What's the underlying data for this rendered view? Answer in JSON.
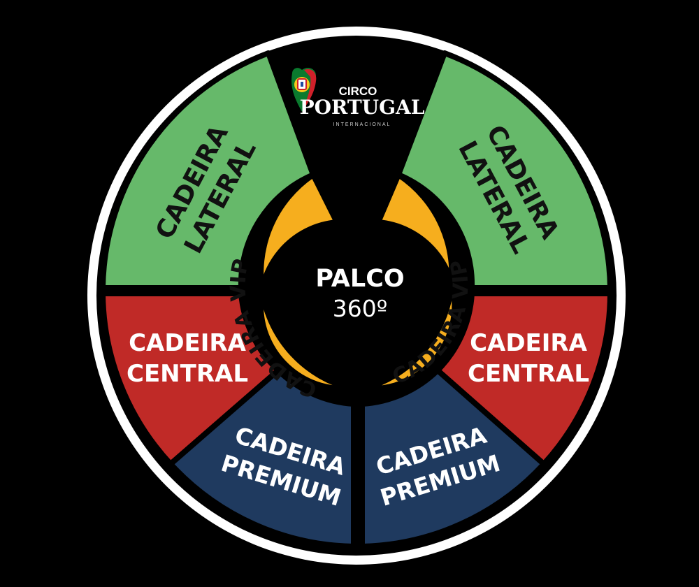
{
  "brand": {
    "line1": "CIRCO",
    "line2": "PORTUGAL",
    "line3": "INTERNACIONAL"
  },
  "stage": {
    "title": "PALCO",
    "subtitle": "360º"
  },
  "sections": {
    "lateral_left": {
      "line1": "CADEIRA",
      "line2": "LATERAL"
    },
    "lateral_right": {
      "line1": "CADEIRA",
      "line2": "LATERAL"
    },
    "central_left": {
      "line1": "CADEIRA",
      "line2": "CENTRAL"
    },
    "central_right": {
      "line1": "CADEIRA",
      "line2": "CENTRAL"
    },
    "premium_left": {
      "line1": "CADEIRA",
      "line2": "PREMIUM"
    },
    "premium_right": {
      "line1": "CADEIRA",
      "line2": "PREMIUM"
    },
    "vip_left": {
      "label": "CADEIRA VIP"
    },
    "vip_right": {
      "label": "CADEIRA VIP"
    }
  },
  "colors": {
    "lateral": "#66b96a",
    "central": "#c02a27",
    "premium": "#1f3a5f",
    "vip": "#f6ae1e",
    "outline": "#000000",
    "ring": "#ffffff"
  }
}
